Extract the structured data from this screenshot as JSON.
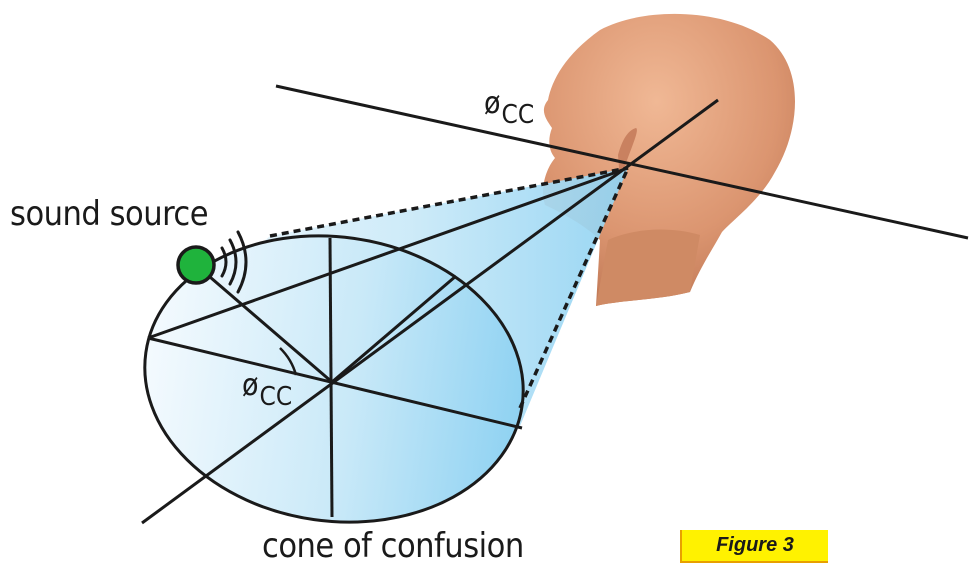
{
  "labels": {
    "sound_source": "sound source",
    "cone": "cone of confusion",
    "angle_symbol": "ø",
    "angle_subscript": "CC"
  },
  "figure_badge": "Figure 3",
  "colors": {
    "source_dot": "#1fb33c",
    "cone_fill_light": "#f4fafe",
    "cone_fill_dark": "#8fd2f2",
    "skin": "#e29c78",
    "badge": "#fff200",
    "lines": "#1a1a1a"
  }
}
